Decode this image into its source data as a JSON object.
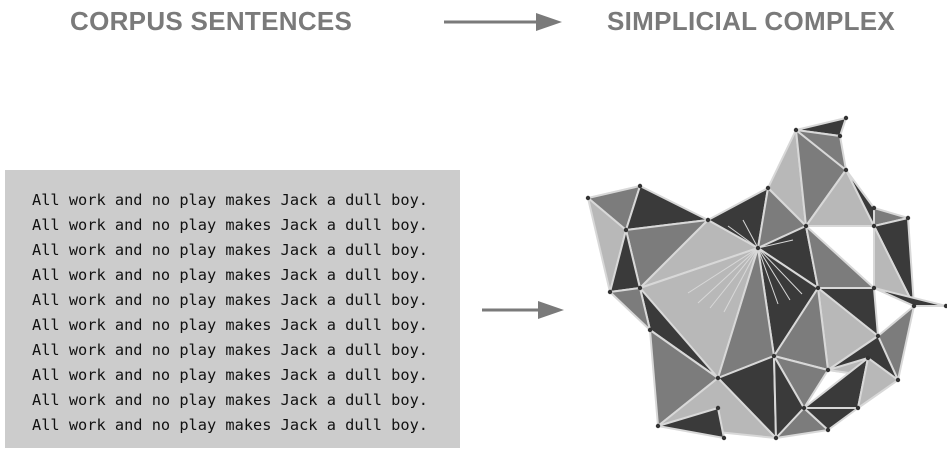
{
  "header": {
    "left_title": "CORPUS SENTENCES",
    "right_title": "SIMPLICIAL COMPLEX"
  },
  "corpus": {
    "lines": [
      "All work and no play makes Jack a dull boy.",
      "All work and no play makes Jack a dull boy.",
      "All work and no play makes Jack a dull boy.",
      "All work and no play makes Jack a dull boy.",
      "All work and no play makes Jack a dull boy.",
      "All work and no play makes Jack a dull boy.",
      "All work and no play makes Jack a dull boy.",
      "All work and no play makes Jack a dull boy.",
      "All work and no play makes Jack a dull boy.",
      "All work and no play makes Jack a dull boy."
    ]
  },
  "colors": {
    "heading": "#7a7a7a",
    "arrow": "#7a7a7a",
    "text_box_bg": "#cccccc",
    "face_light": "#b8b8b8",
    "face_mid": "#7c7c7c",
    "face_dark": "#3a3a3a",
    "edge": "#d8d8d8"
  }
}
